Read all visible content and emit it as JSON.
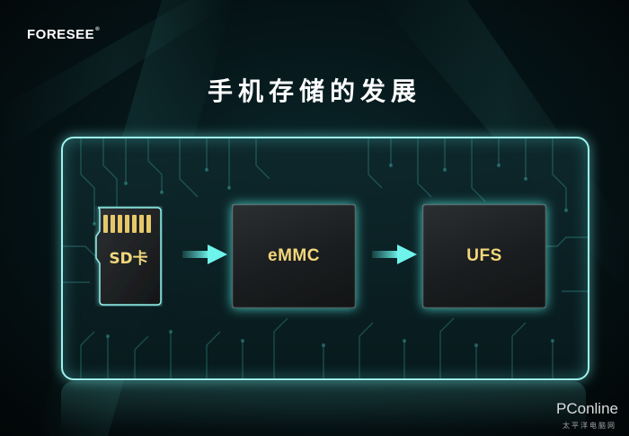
{
  "brand": {
    "name": "FORESEE",
    "mark": "®"
  },
  "title": "手机存储的发展",
  "stages": [
    {
      "label": "SD卡"
    },
    {
      "label": "eMMC"
    },
    {
      "label": "UFS"
    }
  ],
  "watermark": {
    "main": "PConline",
    "sub": "太平洋电脑网"
  },
  "colors": {
    "accent": "#5ee8e0",
    "label": "#f2d77b",
    "frame": "#9ef3ee"
  },
  "icons": [
    "sd-card-icon",
    "arrow-right-icon",
    "chip-icon"
  ]
}
